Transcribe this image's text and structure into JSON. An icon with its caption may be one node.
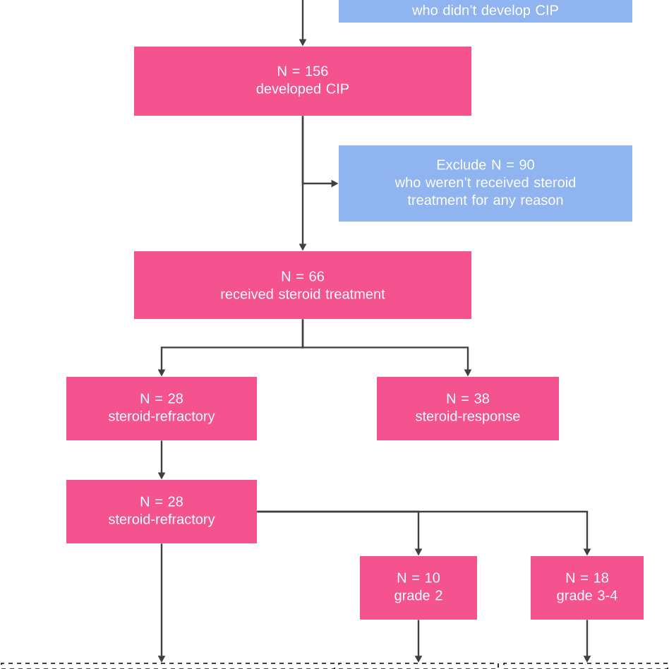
{
  "diagram": {
    "nodes": [
      {
        "text": [
          "who didn’t develop CIP"
        ]
      },
      {
        "text": [
          "N = 156",
          "developed CIP"
        ]
      },
      {
        "text": [
          "Exclude N = 90",
          "who weren’t received steroid treatment for any reason"
        ]
      },
      {
        "text": [
          "N = 66",
          "received steroid treatment"
        ]
      },
      {
        "text": [
          "N = 28",
          "steroid-refractory"
        ]
      },
      {
        "text": [
          "N = 38",
          "steroid-response"
        ]
      },
      {
        "text": [
          "N = 28",
          "steroid-refractory"
        ]
      },
      {
        "text": [
          "N = 10",
          "grade 2"
        ]
      },
      {
        "text": [
          "N = 18",
          "grade 3-4"
        ]
      },
      {
        "text": [],
        "shape": "box"
      },
      {
        "text": [],
        "shape": "box"
      },
      {
        "text": [],
        "shape": "box"
      }
    ],
    "edges": [
      {
        "from": null,
        "to": 1,
        "arrow": "to"
      },
      {
        "from": 1,
        "to": 2,
        "arrow": "to"
      },
      {
        "from": 1,
        "to": 3,
        "arrow": "to"
      },
      {
        "from": 3,
        "to": 4,
        "arrow": "to"
      },
      {
        "from": 3,
        "to": 5,
        "arrow": "to"
      },
      {
        "from": 4,
        "to": 6,
        "arrow": "to"
      },
      {
        "from": 6,
        "to": 9,
        "arrow": "to"
      },
      {
        "from": 6,
        "to": 7,
        "arrow": "to"
      },
      {
        "from": 6,
        "to": 8,
        "arrow": "to"
      },
      {
        "from": 7,
        "to": 10,
        "arrow": "to"
      },
      {
        "from": 8,
        "to": 11,
        "arrow": "to"
      }
    ]
  }
}
